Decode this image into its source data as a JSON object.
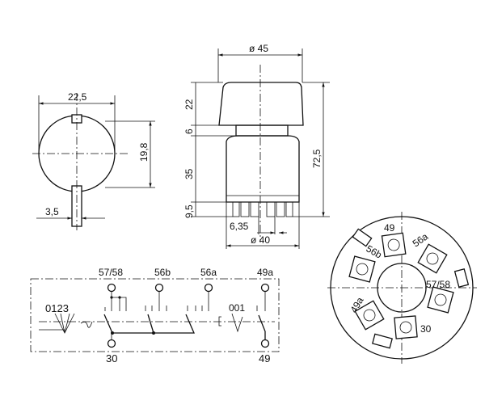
{
  "side_view": {
    "width_dim": "22,5",
    "height_dim": "19,8",
    "slot_dim": "3,5"
  },
  "front_view": {
    "diameter_top": "ø 45",
    "knob_height": "22",
    "neck_height": "6",
    "body_height": "35",
    "pin_height": "9,5",
    "total_height": "72,5",
    "pin_spacing": "6,35",
    "diameter_bottom": "ø 40"
  },
  "schematic": {
    "terminals_top": [
      "57/58",
      "56b",
      "56a",
      "49a"
    ],
    "terminals_bottom": [
      "30",
      "49"
    ],
    "positions_main": "0123",
    "positions_aux": "001"
  },
  "pin_layout": {
    "terminals": [
      "49",
      "56a",
      "57/58",
      "30",
      "49a",
      "56b"
    ]
  }
}
